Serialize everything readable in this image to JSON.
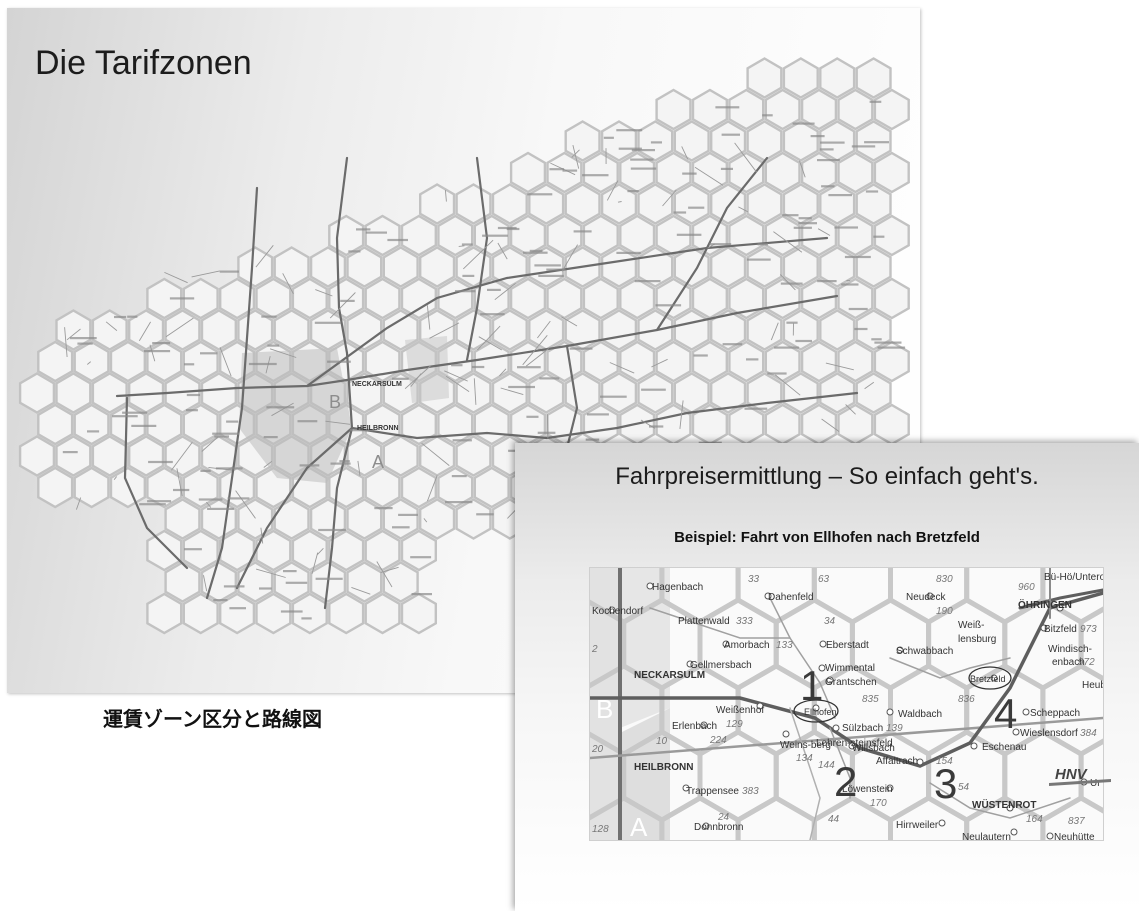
{
  "slide1": {
    "title": "Die Tarifzonen",
    "map_labels": {
      "neckarsulm": "NECKARSULM",
      "heilbronn": "HEILBRONN",
      "zone_a": "A",
      "zone_b": "B"
    }
  },
  "caption": "運賃ゾーン区分と路線図",
  "slide2": {
    "title": "Fahrpreisermittlung – So einfach geht's.",
    "subtitle": "Beispiel: Fahrt von Ellhofen nach Bretzfeld",
    "logo": "HNV"
  },
  "detail_map": {
    "places": {
      "hagenbach": "Hagenbach",
      "dahenfeld": "Dahenfeld",
      "kochendorf": "Kochendorf",
      "plattenwald": "Plattenwald",
      "amorbach": "Amorbach",
      "eberstadt": "Eberstadt",
      "gellmersbach": "Gellmersbach",
      "neckarsulm": "NECKARSULM",
      "wimmental": "Wimmental",
      "grantschen": "Grantschen",
      "weissenhof": "Weißenhof",
      "erlenbach": "Erlenbach",
      "ellhofen": "Ellhofen",
      "weinsberg": "Weins-berg",
      "lehrensteinsfeld": "Lehren-steinsfeld",
      "suelzbach": "Sülzbach",
      "willsbach": "Willsbach",
      "affaltrach": "Affaltrach",
      "eschenau": "Eschenau",
      "heilbronn": "HEILBRONN",
      "trappensee": "Trappensee",
      "loewenstein": "Löwenstein",
      "hirrweiler": "Hirrweiler",
      "wuestenrot": "WÜSTENROT",
      "neulautern": "Neulautern",
      "neuhuette": "Neuhütte",
      "donnbronn": "Donnbronn",
      "neudeck": "Neudeck",
      "oehringen": "ÖHRINGEN",
      "bueho": "Bü-Hö/Untero",
      "weiss": "Weiß-",
      "lensburg": "lensburg",
      "bitzfeld": "Bitzfeld",
      "windisch": "Windisch-",
      "enbach": "enbach",
      "schwabbach": "Schwabbach",
      "bretzfeld": "Bretzfeld",
      "heub": "Heub",
      "waldbach": "Waldbach",
      "scheppach": "Scheppach",
      "wieslensdorf": "Wieslensdorf",
      "ur": "Ur"
    },
    "zone_numbers": {
      "z33": "33",
      "z63": "63",
      "z34": "34",
      "z830": "830",
      "z960": "960",
      "z190": "190",
      "z333": "333",
      "z133": "133",
      "z835": "835",
      "z836": "836",
      "z973": "973",
      "z972": "972",
      "z129": "129",
      "z224": "224",
      "z10": "10",
      "z139": "139",
      "z134": "134",
      "z144": "144",
      "z154": "154",
      "z384": "384",
      "z383": "383",
      "z54": "54",
      "z170": "170",
      "z44": "44",
      "z164": "164",
      "z837": "837",
      "z24": "24",
      "z128": "128",
      "z20": "20",
      "z2": "2"
    },
    "zone_letters": {
      "a": "A",
      "b": "B"
    },
    "step_numbers": [
      "1",
      "2",
      "3",
      "4"
    ]
  }
}
